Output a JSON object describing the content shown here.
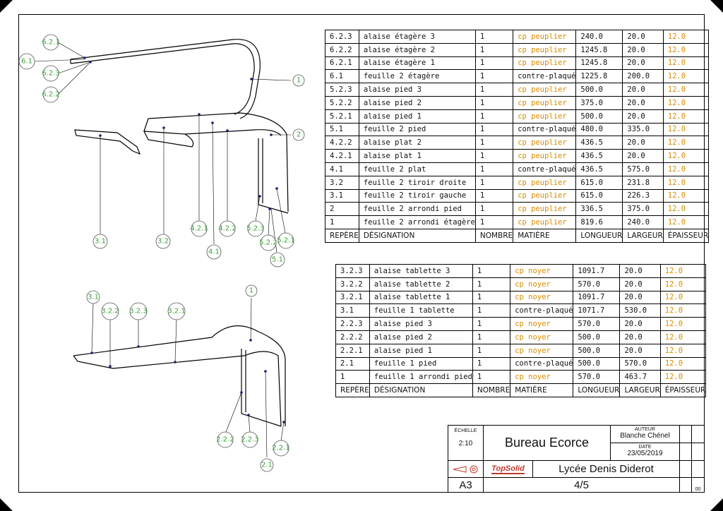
{
  "drawing": {
    "callouts_top": [
      "6.2.1",
      "6.1",
      "6.2.3",
      "6.2.2",
      "1",
      "2",
      "3.1",
      "3.2",
      "4.2.1",
      "4.1",
      "4.2.2",
      "5.2.3",
      "5.2.2",
      "5.2.1",
      "5.1"
    ],
    "callouts_bottom": [
      "3.1",
      "3.2.2",
      "3.2.3",
      "3.2.1",
      "1",
      "2.2.2",
      "2.2.3",
      "2.1",
      "2.2.1"
    ]
  },
  "table1": {
    "header": [
      "REPÈRE",
      "DÉSIGNATION",
      "NOMBRE",
      "MATIÈRE",
      "LONGUEUR",
      "LARGEUR",
      "ÉPAISSEUR"
    ],
    "rows": [
      [
        "6.2.3",
        "alaise étagère 3",
        "1",
        "cp peuplier",
        "240.0",
        "20.0",
        "12.0"
      ],
      [
        "6.2.2",
        "alaise étagère 2",
        "1",
        "cp peuplier",
        "1245.8",
        "20.0",
        "12.0"
      ],
      [
        "6.2.1",
        "alaise étagère 1",
        "1",
        "cp peuplier",
        "1245.8",
        "20.0",
        "12.0"
      ],
      [
        "6.1",
        "feuille 2 étagère",
        "1",
        "contre-plaqué",
        "1225.8",
        "200.0",
        "12.0"
      ],
      [
        "5.2.3",
        "alaise pied 3",
        "1",
        "cp peuplier",
        "500.0",
        "20.0",
        "12.0"
      ],
      [
        "5.2.2",
        "alaise pied 2",
        "1",
        "cp peuplier",
        "375.0",
        "20.0",
        "12.0"
      ],
      [
        "5.2.1",
        "alaise pied 1",
        "1",
        "cp peuplier",
        "500.0",
        "20.0",
        "12.0"
      ],
      [
        "5.1",
        "feuille 2 pied",
        "1",
        "contre-plaqué",
        "480.0",
        "335.0",
        "12.0"
      ],
      [
        "4.2.2",
        "alaise plat 2",
        "1",
        "cp peuplier",
        "436.5",
        "20.0",
        "12.0"
      ],
      [
        "4.2.1",
        "alaise plat 1",
        "1",
        "cp peuplier",
        "436.5",
        "20.0",
        "12.0"
      ],
      [
        "4.1",
        "feuille 2 plat",
        "1",
        "contre-plaqué",
        "436.5",
        "575.0",
        "12.0"
      ],
      [
        "3.2",
        "feuille 2 tiroir droite",
        "1",
        "cp peuplier",
        "615.0",
        "231.8",
        "12.0"
      ],
      [
        "3.1",
        "feuille 2 tiroir gauche",
        "1",
        "cp peuplier",
        "615.0",
        "226.3",
        "12.0"
      ],
      [
        "2",
        "feuille 2 arrondi pied",
        "1",
        "cp peuplier",
        "336.5",
        "375.0",
        "12.0"
      ],
      [
        "1",
        "feuille 2 arrondi étagère",
        "1",
        "cp peuplier",
        "819.6",
        "240.0",
        "12.0"
      ]
    ]
  },
  "table2": {
    "header": [
      "REPÈRE",
      "DÉSIGNATION",
      "NOMBRE",
      "MATIÈRE",
      "LONGUEUR",
      "LARGEUR",
      "ÉPAISSEUR"
    ],
    "rows": [
      [
        "3.2.3",
        "alaise tablette 3",
        "1",
        "cp noyer",
        "1091.7",
        "20.0",
        "12.0"
      ],
      [
        "3.2.2",
        "alaise tablette 2",
        "1",
        "cp noyer",
        "570.0",
        "20.0",
        "12.0"
      ],
      [
        "3.2.1",
        "alaise tablette 1",
        "1",
        "cp noyer",
        "1091.7",
        "20.0",
        "12.0"
      ],
      [
        "3.1",
        "feuille 1 tablette",
        "1",
        "contre-plaqué",
        "1071.7",
        "530.0",
        "12.0"
      ],
      [
        "2.2.3",
        "alaise pied 3",
        "1",
        "cp noyer",
        "570.0",
        "20.0",
        "12.0"
      ],
      [
        "2.2.2",
        "alaise pied 2",
        "1",
        "cp noyer",
        "500.0",
        "20.0",
        "12.0"
      ],
      [
        "2.2.1",
        "alaise pied 1",
        "1",
        "cp noyer",
        "500.0",
        "20.0",
        "12.0"
      ],
      [
        "2.1",
        "feuille 1 pied",
        "1",
        "contre-plaqué",
        "500.0",
        "570.0",
        "12.0"
      ],
      [
        "1",
        "feuille 1 arrondi pied",
        "1",
        "cp noyer",
        "570.0",
        "463.7",
        "12.0"
      ]
    ]
  },
  "title_block": {
    "scale_label": "ÉCHELLE",
    "scale": "2:10",
    "title": "Bureau Ecorce",
    "author_label": "AUTEUR",
    "author": "Blanche Chénel",
    "date_label": "DATE",
    "date": "23/05/2019",
    "software": "TopSolid",
    "school": "Lycée Denis Diderot",
    "format": "A3",
    "page": "4/5",
    "revision": "00"
  },
  "colors": {
    "highlight": "#d98c00",
    "callout": "#3aa13a"
  }
}
